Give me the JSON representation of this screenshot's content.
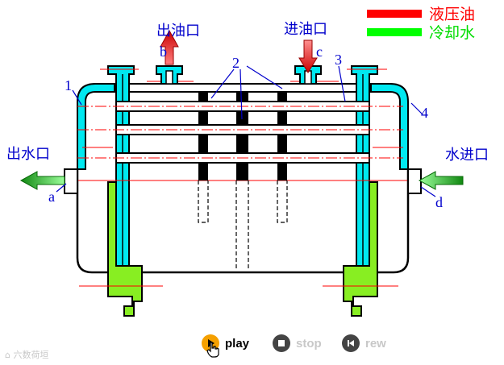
{
  "legend": {
    "oil": {
      "label": "液压油",
      "color": "#ff0000"
    },
    "water": {
      "label": "冷却水",
      "color": "#00ff00"
    }
  },
  "labels": {
    "oil_outlet": "出油口",
    "oil_inlet": "进油口",
    "water_outlet": "出水口",
    "water_inlet": "水进口",
    "port_a": "a",
    "port_b": "b",
    "port_c": "c",
    "port_d": "d",
    "part_1": "1",
    "part_2": "2",
    "part_3": "3",
    "part_4": "4"
  },
  "colors": {
    "shell_wall": "#00e8f0",
    "support": "#88ee22",
    "baffle": "#000000",
    "label_text": "#0000cc",
    "oil_arrow": "#dd0000",
    "water_arrow": "#22aa22"
  },
  "icons": {
    "play": "play-icon",
    "stop": "stop-icon",
    "rew": "rewind-icon"
  },
  "controls": {
    "play": "play",
    "stop": "stop",
    "rew": "rew"
  },
  "watermark": "六数荷垣"
}
